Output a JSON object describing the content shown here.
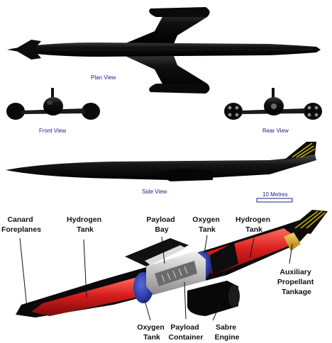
{
  "views": {
    "plan": "Plan View",
    "front": "Front View",
    "rear": "Rear View",
    "side": "Side View"
  },
  "scale_bar": {
    "label": "10 Metres"
  },
  "callouts": {
    "canard": [
      "Canard",
      "Foreplanes"
    ],
    "hydrogen_fwd": [
      "Hydrogen",
      "Tank"
    ],
    "payload_bay": [
      "Payload",
      "Bay"
    ],
    "oxygen_top": [
      "Oxygen",
      "Tank"
    ],
    "hydrogen_aft": [
      "Hydrogen",
      "Tank"
    ],
    "auxiliary": [
      "Auxiliary",
      "Propellant",
      "Tankage"
    ],
    "oxygen_bottom": [
      "Oxygen",
      "Tank"
    ],
    "payload_container": [
      "Payload",
      "Container"
    ],
    "sabre": [
      "Sabre",
      "Engine"
    ]
  },
  "colors": {
    "hull": "#0d0d0d",
    "hydrogen_tank": "#d81e1e",
    "oxygen_tank": "#2233aa",
    "auxiliary_tank": "#d6a21c",
    "tail_stripe": "#c9b100",
    "label_blue": "#1a237e"
  }
}
